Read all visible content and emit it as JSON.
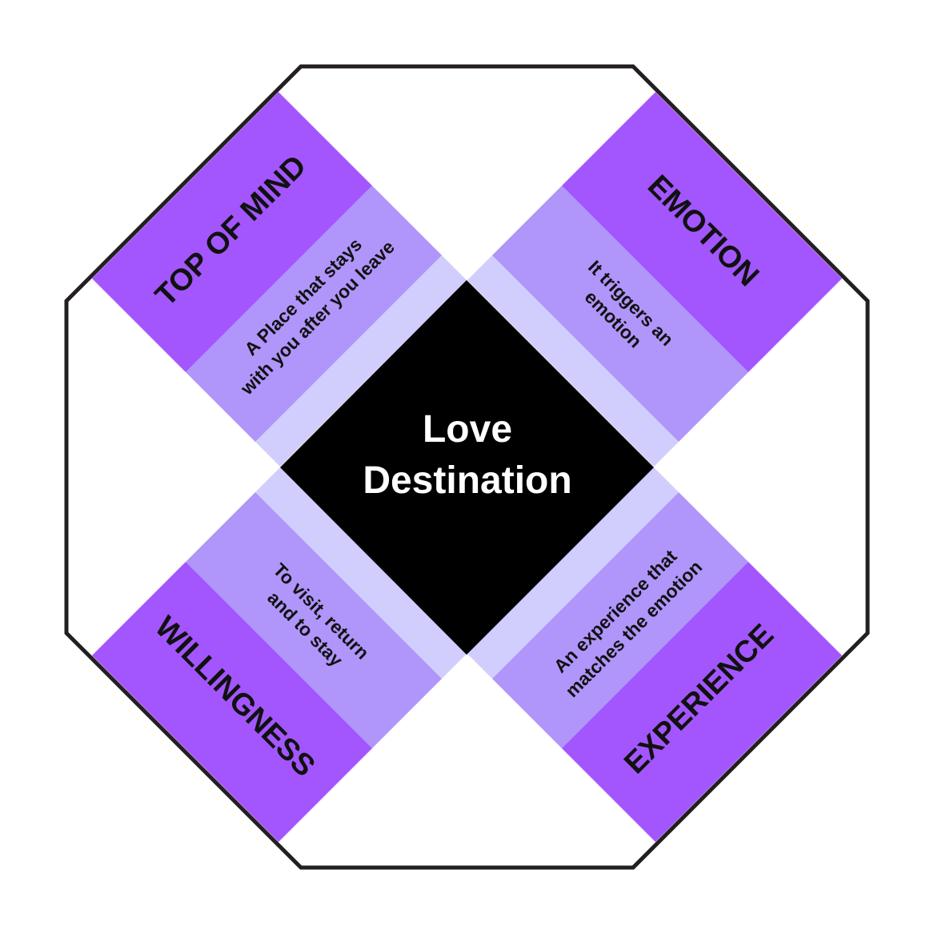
{
  "center": {
    "line1": "Love",
    "line2": "Destination"
  },
  "arms": [
    {
      "key": "top_of_mind",
      "title": "TOP OF MIND",
      "description": [
        "A Place that stays",
        "with you after you leave"
      ]
    },
    {
      "key": "emotion",
      "title": "EMOTION",
      "description": [
        "It triggers an",
        "emotion"
      ]
    },
    {
      "key": "willingness",
      "title": "WILLINGNESS",
      "description": [
        "To visit, return",
        "and to stay"
      ]
    },
    {
      "key": "experience",
      "title": "EXPERIENCE",
      "description": [
        "An experience that",
        "matches the emotion"
      ]
    }
  ],
  "colors": {
    "outline": "#231f20",
    "background": "#ffffff",
    "center": "#000000",
    "center_text": "#ffffff",
    "band_inner": "#d1cdfd",
    "band_middle": "#b095fb",
    "band_outer": "#a356fd",
    "text": "#111111"
  }
}
